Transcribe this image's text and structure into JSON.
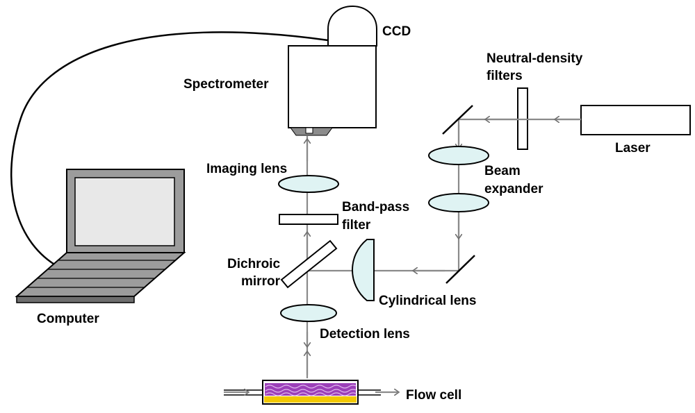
{
  "labels": {
    "ccd": "CCD",
    "spectrometer": "Spectrometer",
    "nd_filters_line1": "Neutral-density",
    "nd_filters_line2": "filters",
    "laser": "Laser",
    "imaging_lens": "Imaging lens",
    "beam_expander_line1": "Beam",
    "beam_expander_line2": "expander",
    "bandpass_line1": "Band-pass",
    "bandpass_line2": "filter",
    "dichroic_line1": "Dichroic",
    "dichroic_line2": "mirror",
    "cylindrical_lens": "Cylindrical lens",
    "computer": "Computer",
    "detection_lens": "Detection lens",
    "flow_cell": "Flow cell"
  },
  "colors": {
    "lens_fill": "#dff3f3",
    "beam": "#8a8a8a",
    "laptop_body": "#9c9c9c",
    "laptop_screen": "#e8e8e8",
    "flow_cell_particles": "#9b3fb8",
    "flow_cell_base": "#f2c800",
    "slit": "#8c8c8c"
  }
}
